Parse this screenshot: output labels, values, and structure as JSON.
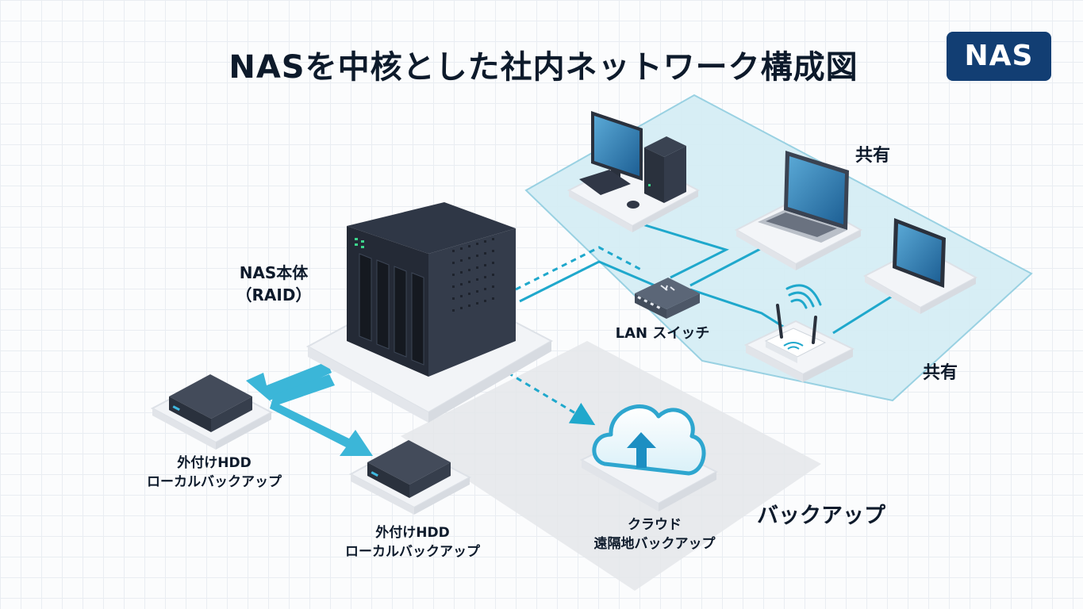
{
  "title": "NASを中核とした社内ネットワーク構成図",
  "badge": "NAS",
  "nodes": {
    "nas": {
      "line1": "NAS本体",
      "line2": "（RAID）"
    },
    "hdd1": {
      "line1": "外付けHDD",
      "line2": "ローカルバックアップ"
    },
    "hdd2": {
      "line1": "外付けHDD",
      "line2": "ローカルバックアップ"
    },
    "cloud": {
      "line1": "クラウド",
      "line2": "遠隔地バックアップ"
    },
    "switch": {
      "label": "LAN スイッチ"
    }
  },
  "zones": {
    "share_upper": "共有",
    "share_lower": "共有",
    "backup": "バックアップ"
  },
  "colors": {
    "accent": "#1fa8cc",
    "share_zone": "#d6eef5",
    "backup_zone": "#e6e8ec",
    "badge": "#123e73",
    "device_dark": "#2b3240"
  },
  "icons": [
    "nas-server-icon",
    "desktop-pc-icon",
    "laptop-icon",
    "tablet-icon",
    "wifi-router-icon",
    "network-switch-icon",
    "external-hdd-icon",
    "cloud-upload-icon"
  ]
}
